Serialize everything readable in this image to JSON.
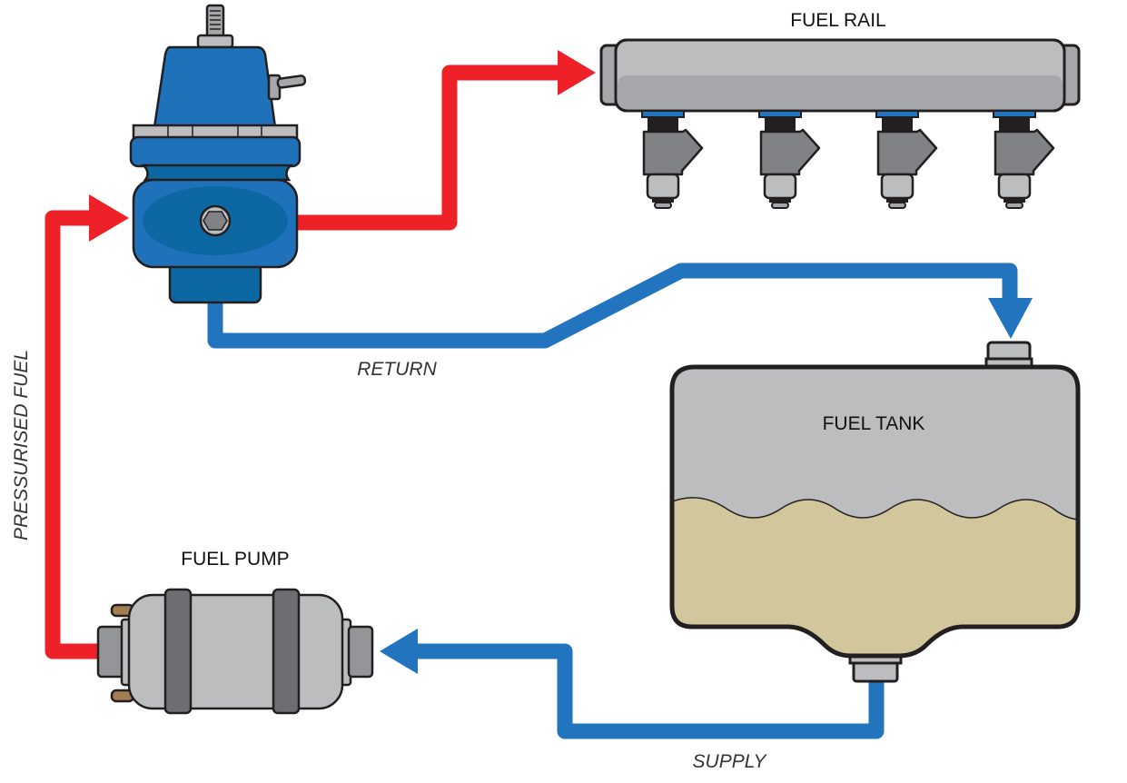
{
  "labels": {
    "fuel_rail": "FUEL RAIL",
    "return": "RETURN",
    "fuel_tank": "FUEL TANK",
    "fuel_pump": "FUEL PUMP",
    "supply": "SUPPLY",
    "pressurised_fuel": "PRESSURISED FUEL"
  },
  "colors": {
    "pressurised_line": "#ee2128",
    "return_line": "#2174bd",
    "regulator_blue": "#1f72ba",
    "regulator_dark": "#0d67a3",
    "metal_light": "#bcbdbf",
    "metal_mid": "#a6a7aa",
    "metal_dark": "#6d6e71",
    "fuel": "#d2c79c",
    "outline": "#231f20"
  }
}
